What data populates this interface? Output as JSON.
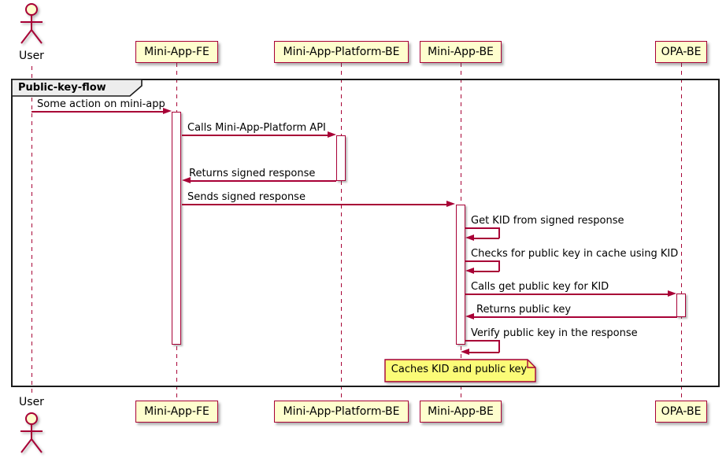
{
  "frame": {
    "title": "Public-key-flow"
  },
  "participants": [
    {
      "name": "User",
      "type": "actor"
    },
    {
      "name": "Mini-App-FE",
      "type": "participant"
    },
    {
      "name": "Mini-App-Platform-BE",
      "type": "participant"
    },
    {
      "name": "Mini-App-BE",
      "type": "participant"
    },
    {
      "name": "OPA-BE",
      "type": "participant"
    }
  ],
  "messages": [
    {
      "from": "User",
      "to": "Mini-App-FE",
      "label": "Some action on mini-app",
      "kind": "solid-arrow"
    },
    {
      "from": "Mini-App-FE",
      "to": "Mini-App-Platform-BE",
      "label": "Calls Mini-App-Platform API",
      "kind": "solid-arrow"
    },
    {
      "from": "Mini-App-Platform-BE",
      "to": "Mini-App-FE",
      "label": "Returns signed response",
      "kind": "solid-arrow"
    },
    {
      "from": "Mini-App-FE",
      "to": "Mini-App-BE",
      "label": "Sends signed response",
      "kind": "solid-arrow"
    },
    {
      "from": "Mini-App-BE",
      "to": "Mini-App-BE",
      "label": "Get KID from signed response",
      "kind": "self-arrow"
    },
    {
      "from": "Mini-App-BE",
      "to": "Mini-App-BE",
      "label": "Checks for public key in cache using KID",
      "kind": "self-arrow"
    },
    {
      "from": "Mini-App-BE",
      "to": "OPA-BE",
      "label": "Calls get public key for KID",
      "kind": "solid-arrow"
    },
    {
      "from": "OPA-BE",
      "to": "Mini-App-BE",
      "label": "Returns public key",
      "kind": "solid-arrow"
    },
    {
      "from": "Mini-App-BE",
      "to": "Mini-App-BE",
      "label": "Verify public key in the response",
      "kind": "self-arrow"
    }
  ],
  "note": {
    "text": "Caches KID and public key",
    "over": "Mini-App-BE"
  },
  "colors": {
    "accent": "#A80036",
    "participant_fill": "#FEFECE",
    "note_fill": "#FBFB77",
    "frame_border": "#1A1A1A",
    "tab_fill": "#EDEDED",
    "text": "#000000"
  }
}
